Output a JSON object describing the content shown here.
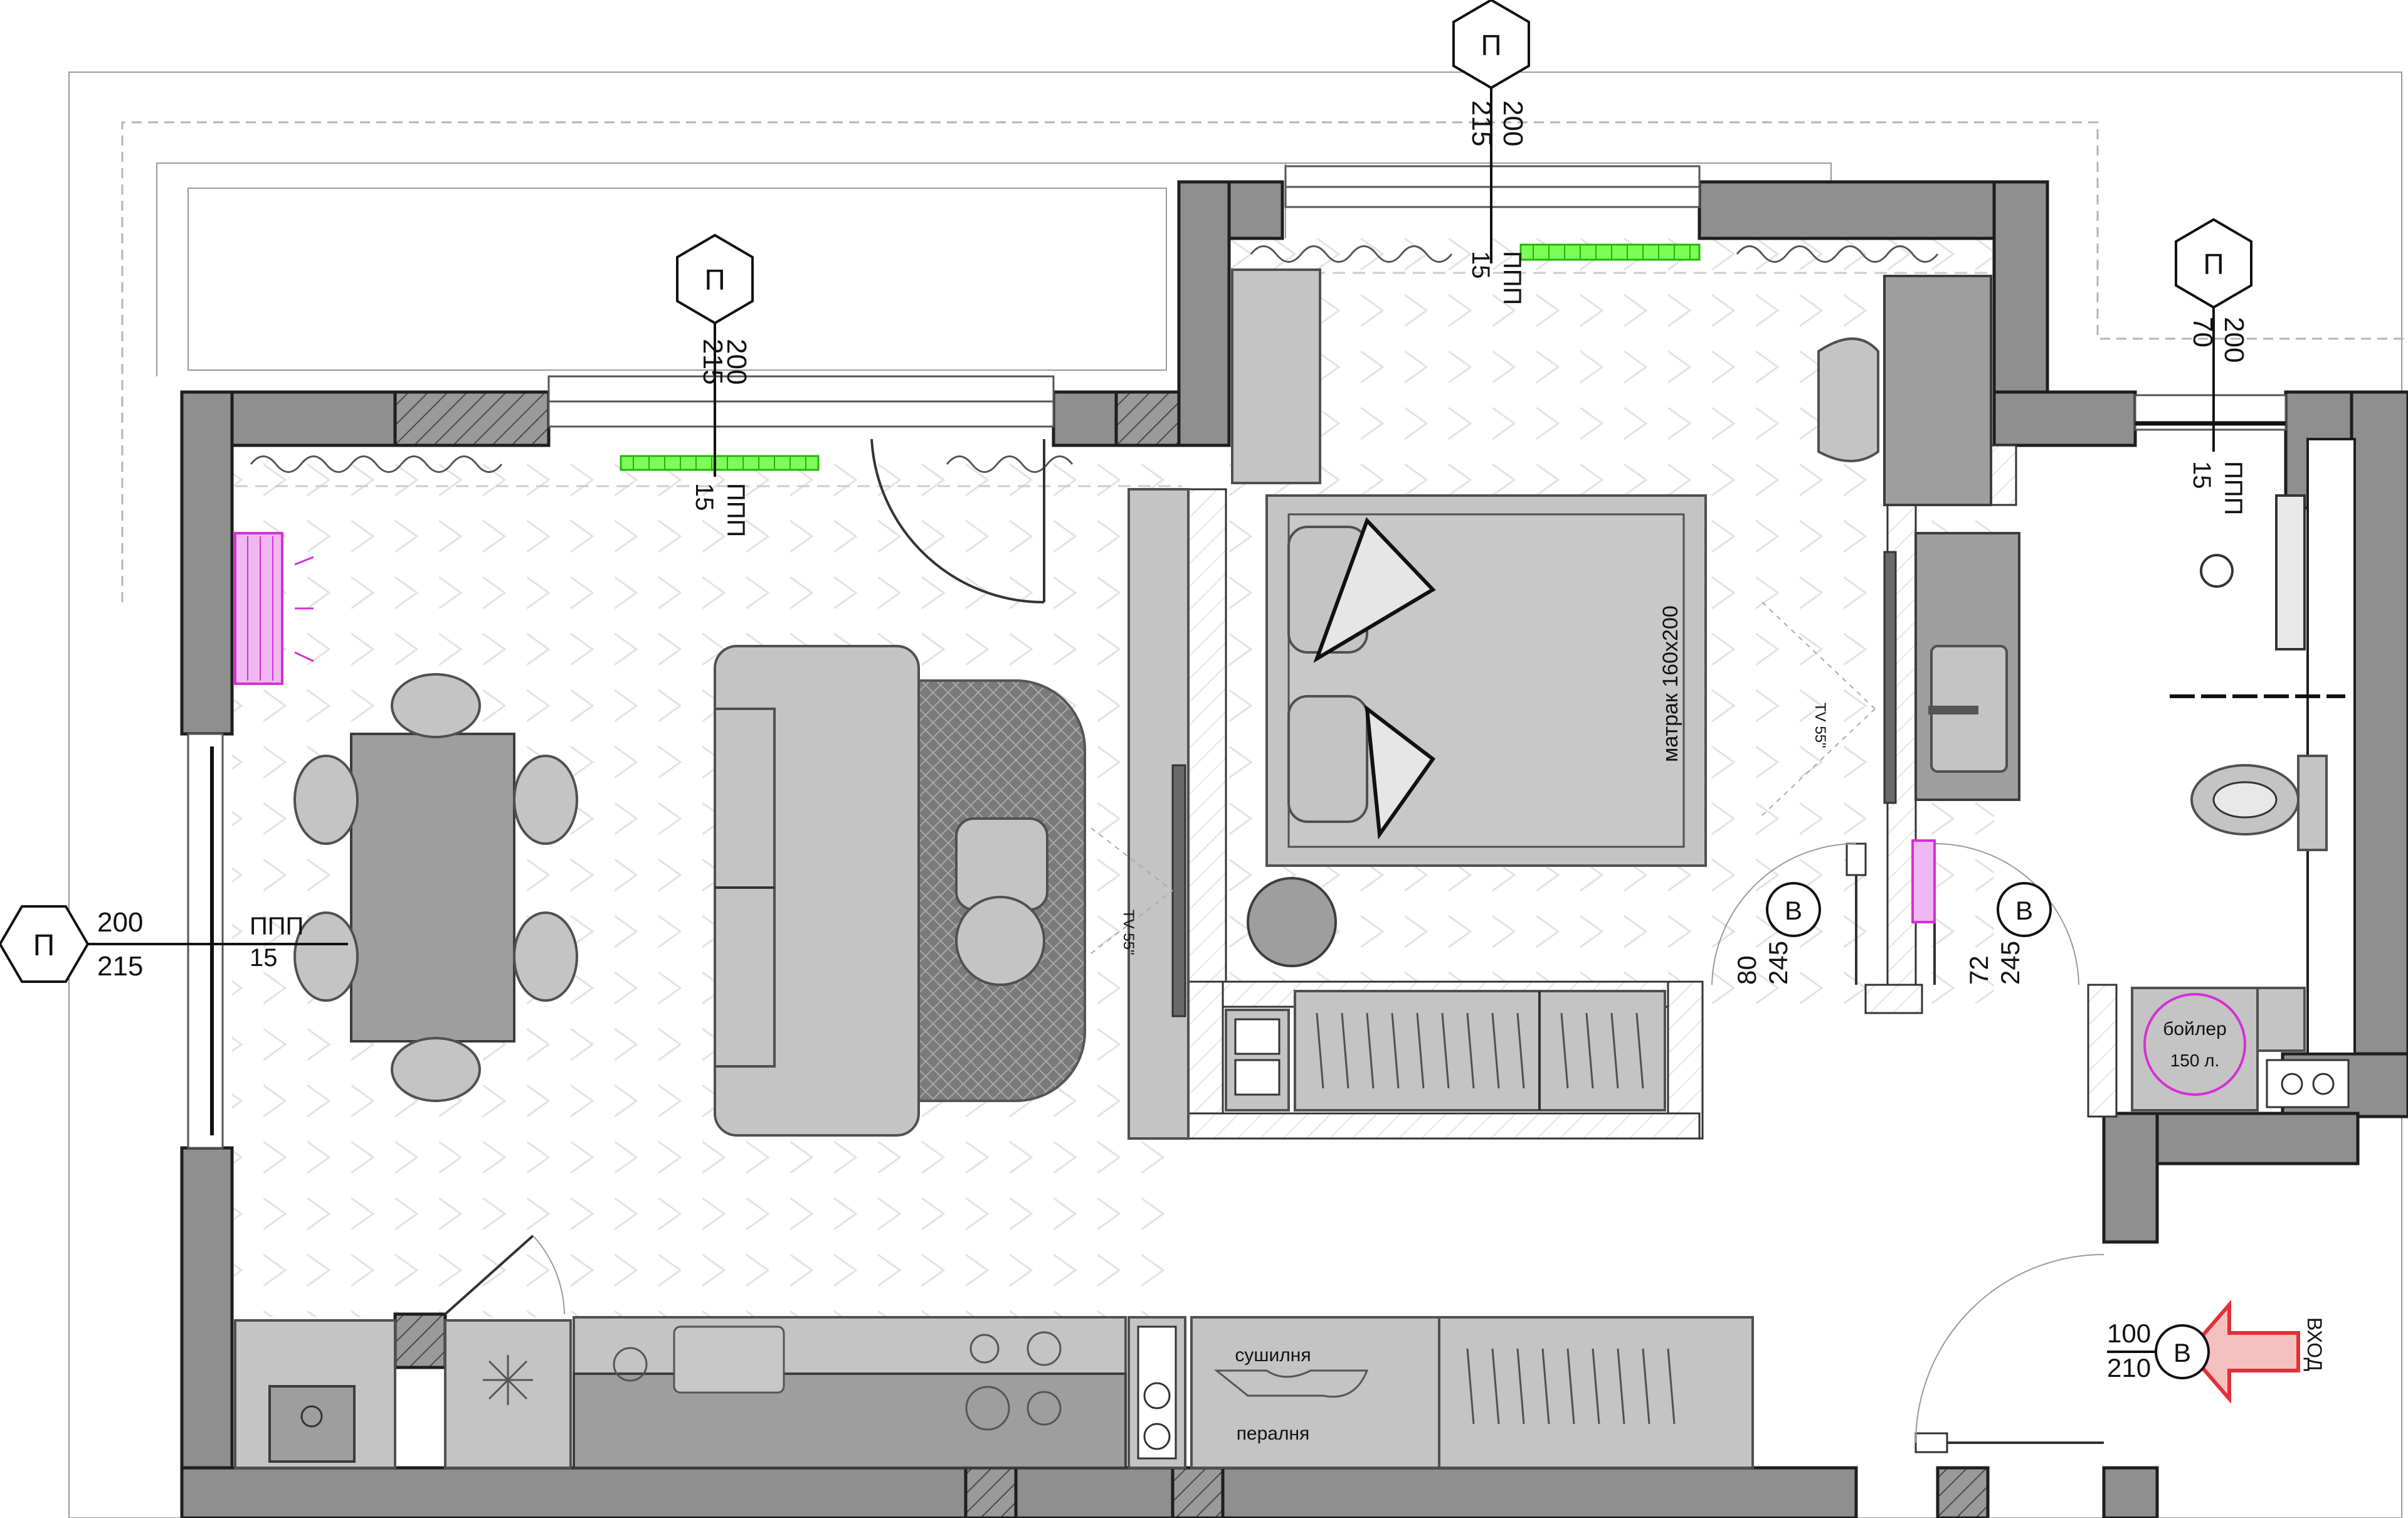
{
  "markers": {
    "left": {
      "letter": "П",
      "top": "200",
      "bottom": "215",
      "note": "ППП",
      "note_val": "15"
    },
    "living": {
      "letter": "П",
      "top": "200",
      "bottom": "215",
      "note": "ППП",
      "note_val": "15"
    },
    "bedroom": {
      "letter": "П",
      "top": "200",
      "bottom": "215",
      "note": "ППП",
      "note_val": "15"
    },
    "bath": {
      "letter": "П",
      "top": "200",
      "bottom": "70",
      "note": "ППП",
      "note_val": "15"
    }
  },
  "doors": {
    "bedroom": {
      "letter": "В",
      "top": "80",
      "bottom": "245"
    },
    "bathroom": {
      "letter": "В",
      "top": "72",
      "bottom": "245"
    },
    "entrance": {
      "letter": "В",
      "top": "100",
      "bottom": "210"
    }
  },
  "labels": {
    "mattress": "матрак  160х200",
    "tv_living": "TV 55\"",
    "tv_bedroom": "TV 55\"",
    "boiler": "бойлер",
    "boiler_volume": "150 л.",
    "dryer": "сушилня",
    "washer": "пералня",
    "entrance": "ВХОД"
  },
  "colors": {
    "wall": "#8f8f8f",
    "furniture": "#c4c4c4",
    "ac_unit": "#d62fd6",
    "radiator": "#1fb800",
    "entrance_arrow": "#e0303a"
  }
}
